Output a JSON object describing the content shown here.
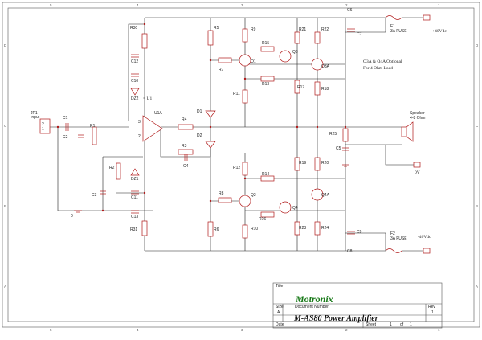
{
  "title_block": {
    "company": "Motronix",
    "title_label": "Title",
    "size_label": "Size",
    "size_value": "A",
    "docnum_label": "Document Number",
    "docnum_value": "M-AS80 Power Amplifier",
    "rev_label": "Rev",
    "rev_value": "1",
    "date_label": "Date",
    "sheet_label": "Sheet",
    "sheet_value": "1",
    "of_label": "of",
    "of_value": "1"
  },
  "notes": {
    "optional": "Q3A & Q4A Optional",
    "load": "For 4 Ohm Load",
    "u1": "= U1"
  },
  "rails": {
    "pos": "+40Vdc",
    "neg": "-40Vdc",
    "zero": "0V",
    "ground": "0"
  },
  "components": {
    "jp1": "JP1",
    "input": "Input",
    "c1": "C1",
    "c2": "C2",
    "c3": "C3",
    "c4": "C4",
    "c5": "C5",
    "c6": "C6",
    "c7": "C7",
    "c8": "C8",
    "c9": "C9",
    "c10": "C10",
    "c11": "C11",
    "c12": "C12",
    "c13": "C13",
    "r1": "R1",
    "r2": "R2",
    "r3": "R3",
    "r4": "R4",
    "r5": "R5",
    "r6": "R6",
    "r7": "R7",
    "r8": "R8",
    "r9": "R9",
    "r10": "R10",
    "r11": "R11",
    "r12": "R12",
    "r13": "R13",
    "r14": "R14",
    "r15": "R15",
    "r16": "R16",
    "r17": "R17",
    "r18": "R18",
    "r19": "R19",
    "r20": "R20",
    "r21": "R21",
    "r22": "R22",
    "r23": "R23",
    "r24": "R24",
    "r25": "R25",
    "r30": "R30",
    "r31": "R31",
    "d1": "D1",
    "d2": "D2",
    "dz1": "DZ1",
    "dz2": "DZ2",
    "q1": "Q1",
    "q2": "Q2",
    "q3": "Q3",
    "q4": "Q4",
    "q3a": "Q3A",
    "q4a": "Q4A",
    "u1a": "U1A",
    "f1": "F1",
    "f2": "F2",
    "fuse1": "3A FUSE",
    "fuse2": "3A FUSE",
    "speaker": "Speaker",
    "speaker_ohm": "4-8 Ohm",
    "pin1": "1",
    "pin2": "2",
    "pin3": "3"
  },
  "border": {
    "cols": [
      "5",
      "4",
      "3",
      "2",
      "1"
    ],
    "rows": [
      "D",
      "C",
      "B",
      "A"
    ]
  }
}
